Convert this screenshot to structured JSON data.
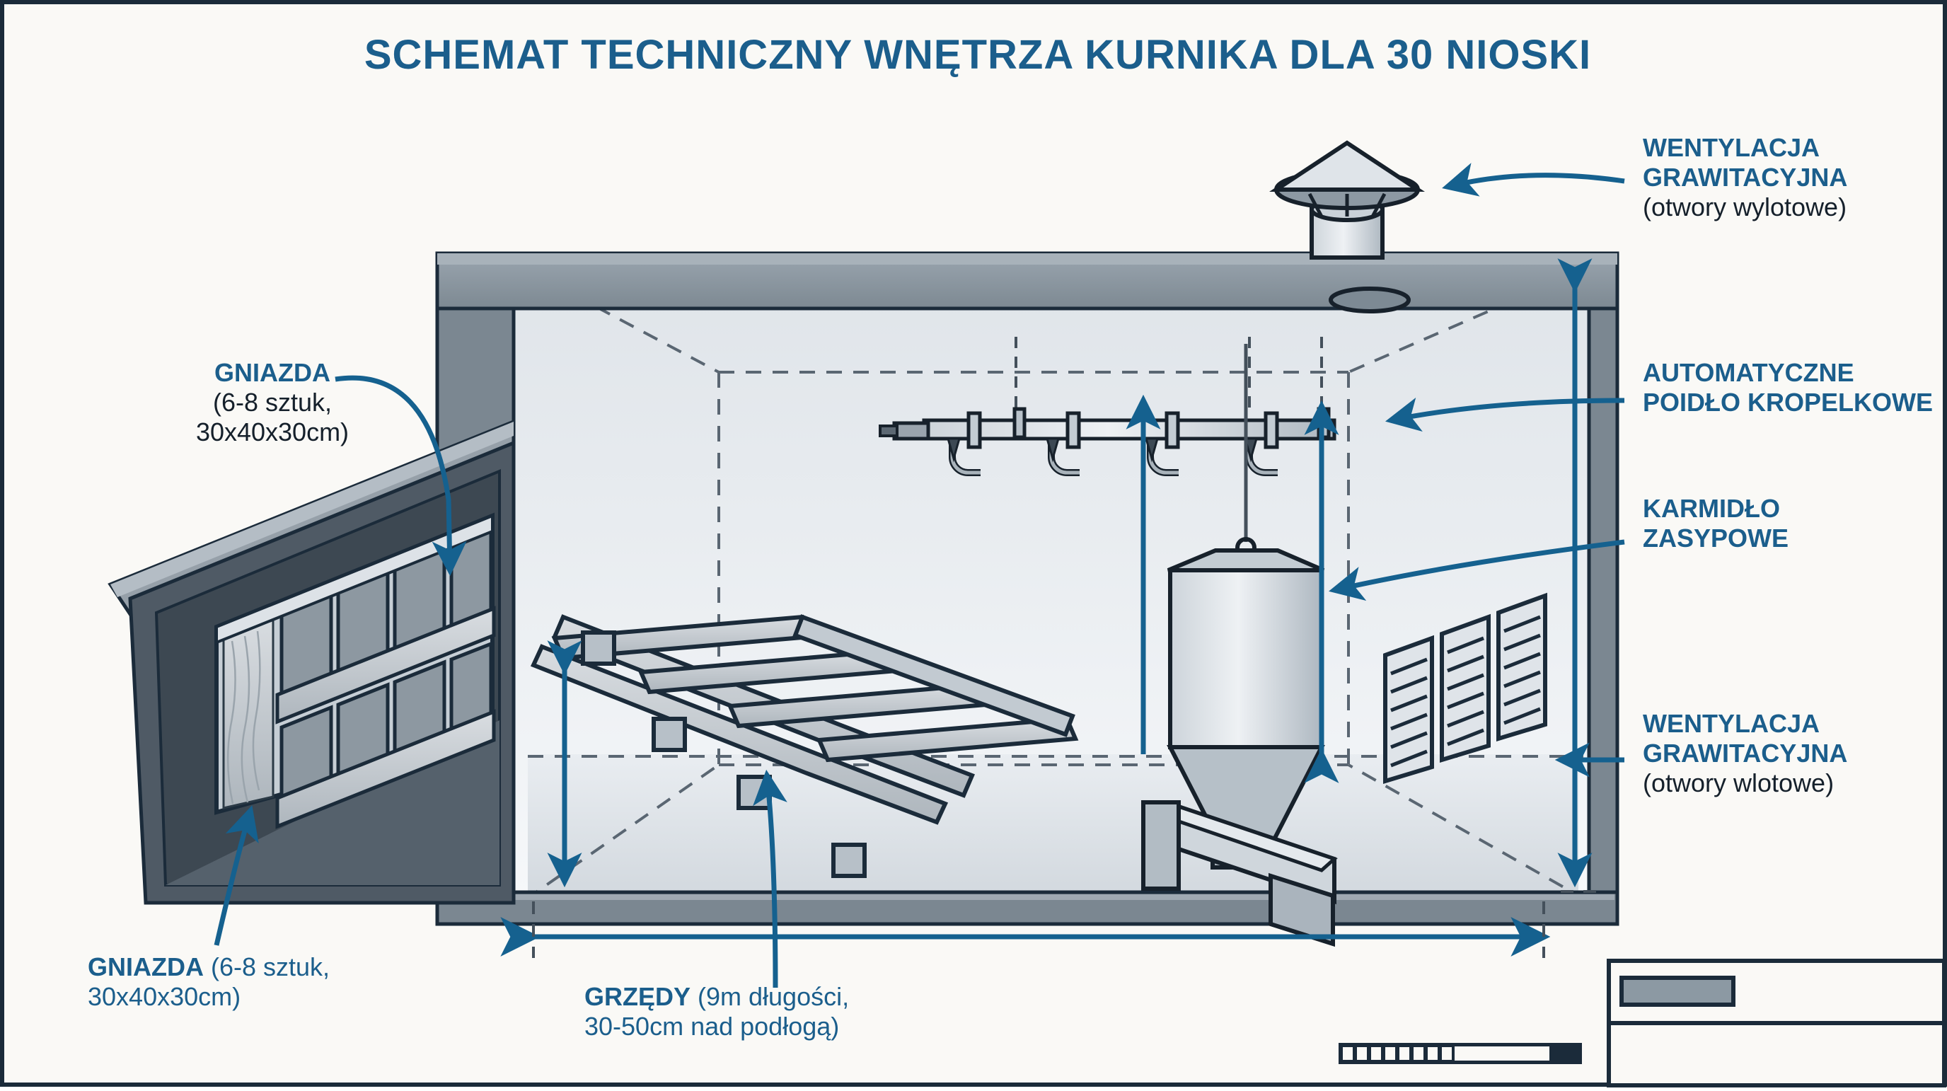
{
  "title": "SCHEMAT TECHNICZNY WNĘTRZA KURNIKA DLA 30 NIOSKI",
  "colors": {
    "accent_blue": "#1b5e8c",
    "arrow_blue": "#15618f",
    "text_dark": "#15202b",
    "wall_dark": "#4a5560",
    "roof_gray": "#8d99a3",
    "interior_light": "#eef1f4",
    "panel_gray": "#8c99a3",
    "outline": "#1b2b3a",
    "page_bg": "#faf9f6"
  },
  "callouts": {
    "vent_top": {
      "head_line1": "WENTYLACJA",
      "head_line2": "GRAWITACYJNA",
      "sub": "(otwory wylotowe)"
    },
    "drinker": {
      "head_line1": "AUTOMATYCZNE",
      "head_line2": "POIDŁO KROPELKOWE",
      "sub": ""
    },
    "feeder": {
      "head_line1": "KARMIDŁO",
      "head_line2": "ZASYPOWE",
      "sub": ""
    },
    "vent_bottom": {
      "head_line1": "WENTYLACJA",
      "head_line2": "GRAWITACYJNA",
      "sub": "(otwory wlotowe)"
    },
    "nests_top": {
      "head": "GNIAZDA",
      "sub_line1": "(6-8 sztuk,",
      "sub_line2": "30x40x30cm)"
    }
  },
  "captions": {
    "nests_bottom": {
      "head": "GNIAZDA",
      "sub_line1": " (6-8 sztuk,",
      "sub_line2": "30x40x30cm)"
    },
    "perches": {
      "head": "GRZĘDY",
      "sub_line1": " (9m długości,",
      "sub_line2": "30-50cm nad podłogą)"
    }
  },
  "elements": {
    "nest_box": {
      "rows": 2,
      "cols": 4
    },
    "louver_vents": {
      "panels": 3,
      "slats": 6
    },
    "drinker_line": {
      "nipples": 4
    },
    "perch_ladder": {
      "rungs": 4
    }
  },
  "scalebar": {
    "segments": 8
  }
}
